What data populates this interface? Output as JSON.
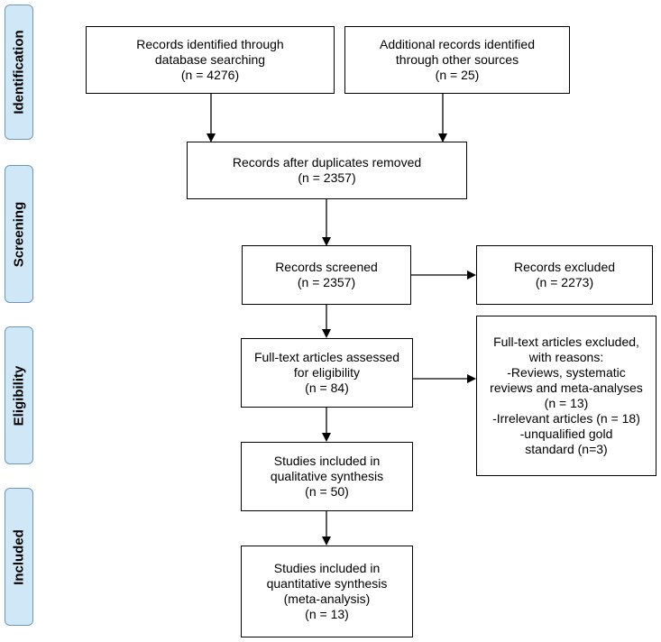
{
  "phases": {
    "identification": "Identification",
    "screening": "Screening",
    "eligibility": "Eligibility",
    "included": "Included"
  },
  "boxes": {
    "database_records": [
      "Records identified through",
      "database searching",
      "(n = 4276)"
    ],
    "additional_records": [
      "Additional records identified",
      "through other sources",
      "(n = 25)"
    ],
    "after_duplicates": [
      "Records after duplicates removed",
      "(n = 2357)"
    ],
    "screened": [
      "Records screened",
      "(n = 2357)"
    ],
    "excluded": [
      "Records excluded",
      "(n = 2273)"
    ],
    "fulltext_assessed": [
      "Full-text articles assessed",
      "for eligibility",
      "(n = 84)"
    ],
    "fulltext_excluded": [
      "Full-text articles excluded,",
      "with reasons:",
      "-Reviews, systematic",
      "reviews and meta-analyses",
      "(n = 13)",
      "-Irrelevant articles (n = 18)",
      "-unqualified gold",
      "standard (n=3)"
    ],
    "qualitative": [
      "Studies included in",
      "qualitative synthesis",
      "(n = 50)"
    ],
    "quantitative": [
      "Studies included in",
      "quantitative synthesis",
      "(meta-analysis)",
      "(n = 13)"
    ]
  }
}
